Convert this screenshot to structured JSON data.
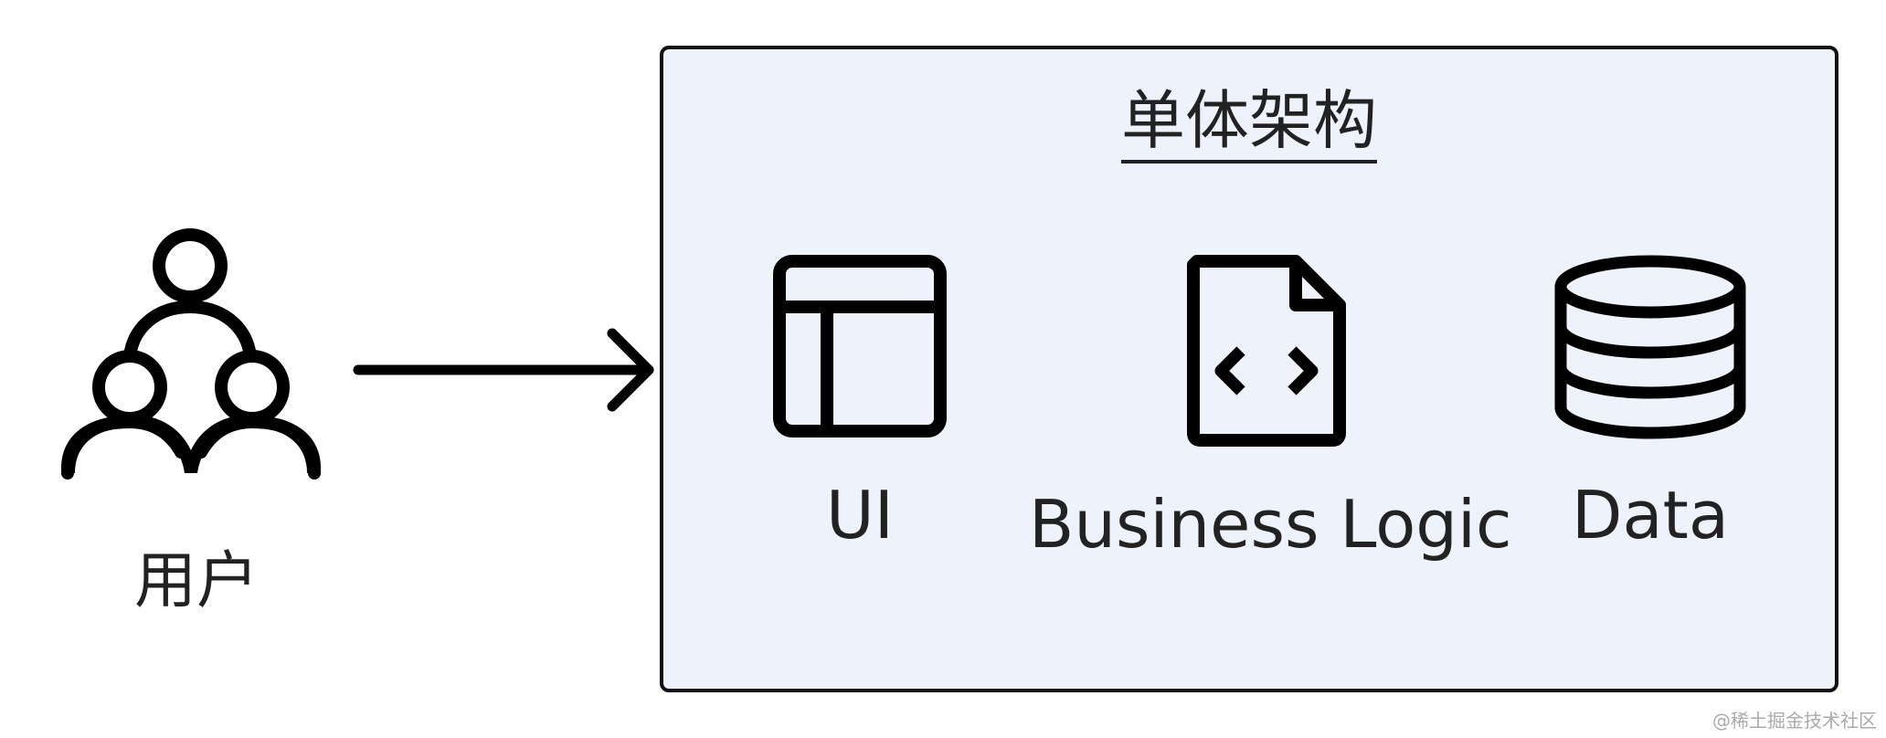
{
  "user": {
    "label": "用户",
    "icon": "users-group-icon"
  },
  "arrow": {
    "icon": "arrow-right-icon"
  },
  "architecture": {
    "title": "单体架构",
    "background_color": "#eef2fb",
    "components": [
      {
        "label": "UI",
        "icon": "layout-window-icon"
      },
      {
        "label": "Business Logic",
        "icon": "code-file-icon"
      },
      {
        "label": "Data",
        "icon": "database-icon"
      }
    ]
  },
  "watermark": "@稀土掘金技术社区"
}
